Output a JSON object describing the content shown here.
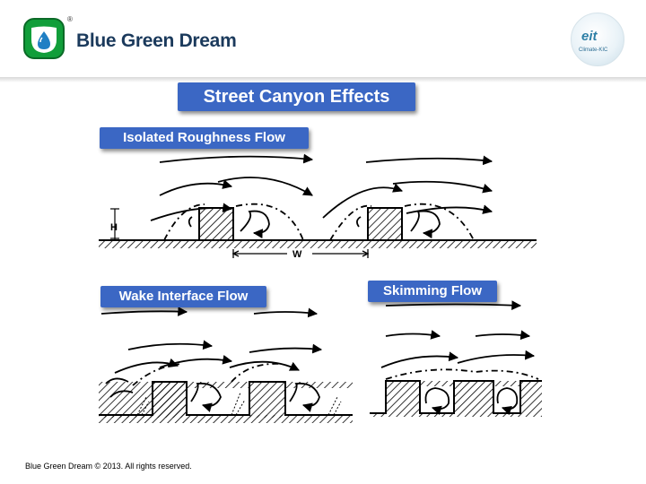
{
  "header": {
    "brand_name": "Blue Green Dream",
    "registered_mark": "®",
    "partner_logo_text": "eit",
    "partner_logo_subtext": "Climate-KIC"
  },
  "slide": {
    "title": "Street Canyon Effects"
  },
  "panels": {
    "isolated": {
      "label": "Isolated Roughness Flow",
      "height_label": "H",
      "spacing_label": "W"
    },
    "wake": {
      "label": "Wake Interface Flow"
    },
    "skimming": {
      "label": "Skimming Flow"
    }
  },
  "footer": {
    "copyright": "Blue Green Dream © 2013.  All rights reserved."
  },
  "colors": {
    "label_blue": "#3b67c4",
    "brand_green": "#119e3a",
    "brand_navy": "#1b3a5c"
  }
}
